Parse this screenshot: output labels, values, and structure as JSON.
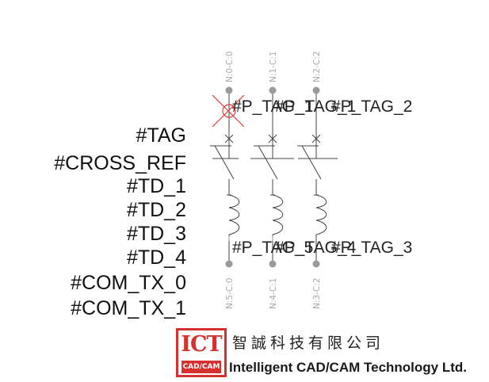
{
  "labels": [
    "#TAG",
    "#CROSS_REF",
    "#TD_1",
    "#TD_2",
    "#TD_3",
    "#TD_4",
    "#COM_TX_0",
    "#COM_TX_1"
  ],
  "top_terminals": [
    "N:0-C:0",
    "N:1-C:1",
    "N:2-C:2"
  ],
  "bottom_terminals": [
    "N:5-C:0",
    "N:4-C:1",
    "N:3-C:2"
  ],
  "top_tags": [
    "#P_TAG_1",
    "#P_TAG_2",
    "#P_TAG_1"
  ],
  "bottom_tags": [
    "#P_TAG_5",
    "#P_TAG_4",
    "#P_TAG_3"
  ],
  "colors": {
    "wire": "#444444",
    "terminal": "#9a9a9a",
    "terminal_text": "#a8a8a8",
    "marker": "#e23a3a",
    "brand": "#d4312f"
  },
  "logo": {
    "letters": "ICT",
    "sub": "CAD/CAM",
    "chinese": "智誠科技有限公司",
    "english": "Intelligent CAD/CAM Technology Ltd."
  }
}
